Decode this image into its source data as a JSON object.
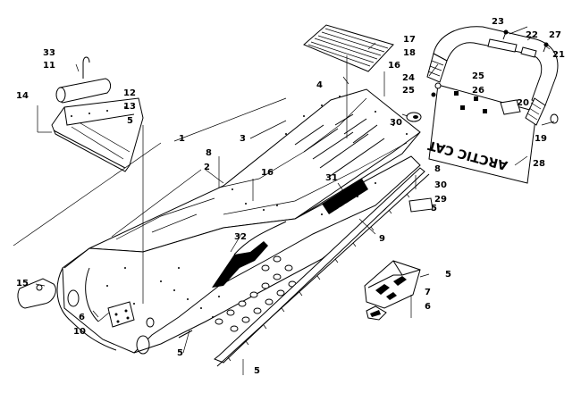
{
  "diagram": {
    "callouts": [
      "1",
      "2",
      "3",
      "4",
      "5",
      "5",
      "5",
      "5",
      "5",
      "6",
      "6",
      "7",
      "8",
      "8",
      "9",
      "10",
      "11",
      "12",
      "13",
      "14",
      "15",
      "16",
      "16",
      "17",
      "18",
      "19",
      "20",
      "21",
      "22",
      "23",
      "24",
      "25",
      "25",
      "26",
      "27",
      "28",
      "29",
      "30",
      "30",
      "31",
      "32",
      "33"
    ],
    "tunnel_logo": "LOGO",
    "flap_lettering": "ARCTIC CAT"
  }
}
